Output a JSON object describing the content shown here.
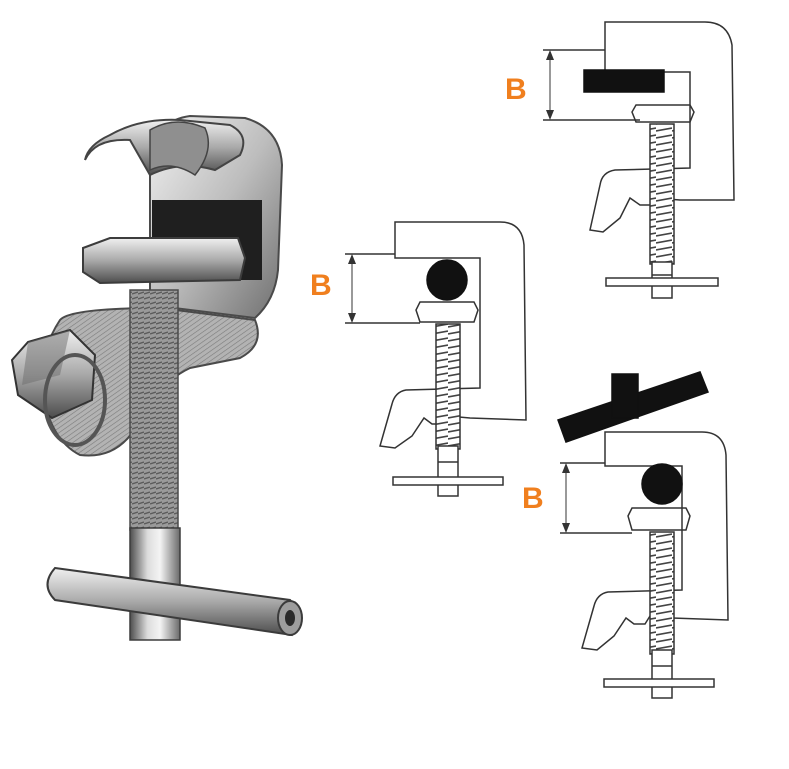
{
  "colors": {
    "dimension_label": "#f07f1e",
    "drawing_line": "#333333",
    "steel_light": "#d9d9d9",
    "steel_dark": "#5a5a5a",
    "section_fill": "#111111"
  },
  "labels": {
    "top_diagram_dimension": "B",
    "middle_diagram_dimension": "B",
    "bottom_diagram_dimension": "B"
  },
  "figures": {
    "product_photo": "steel-beam-clamp-with-t-handle-screw",
    "top_diagram_workpiece": "flat-bar",
    "middle_diagram_workpiece": "round-rod",
    "bottom_diagram_workpiece": "round-rod-with-angled-bar-on-top"
  }
}
